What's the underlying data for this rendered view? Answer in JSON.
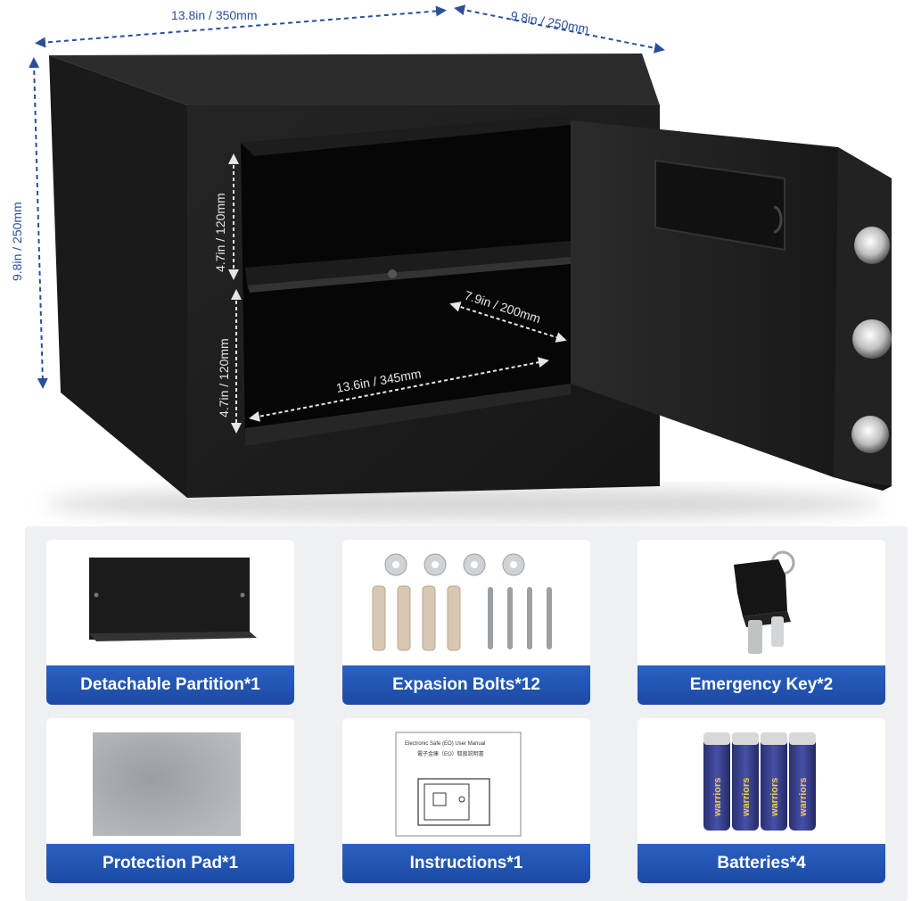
{
  "dimensions": {
    "width": "13.8in / 350mm",
    "depth": "9.8in / 250mm",
    "height": "9.8in / 250mm",
    "upper_shelf": "4.7in / 120mm",
    "lower_shelf": "4.7in / 120mm",
    "inner_depth": "7.9in / 200mm",
    "inner_width": "13.6in / 345mm"
  },
  "accessories": [
    {
      "label": "Detachable Partition*1",
      "icon": "partition-plate-icon"
    },
    {
      "label": "Expasion Bolts*12",
      "icon": "bolts-icon"
    },
    {
      "label": "Emergency Key*2",
      "icon": "key-icon"
    },
    {
      "label": "Protection Pad*1",
      "icon": "felt-pad-icon"
    },
    {
      "label": "Instructions*1",
      "icon": "manual-icon"
    },
    {
      "label": "Batteries*4",
      "icon": "battery-icon"
    }
  ],
  "manual": {
    "title": "Electronic Safe (EO) User Manual",
    "subtitle": "電子金庫（EO）取扱説明書"
  },
  "batteries": {
    "brand": "warriors"
  },
  "colors": {
    "label_blue": "#1f4fa8",
    "dimension_blue": "#2a4f9a",
    "safe_black": "#141414"
  }
}
